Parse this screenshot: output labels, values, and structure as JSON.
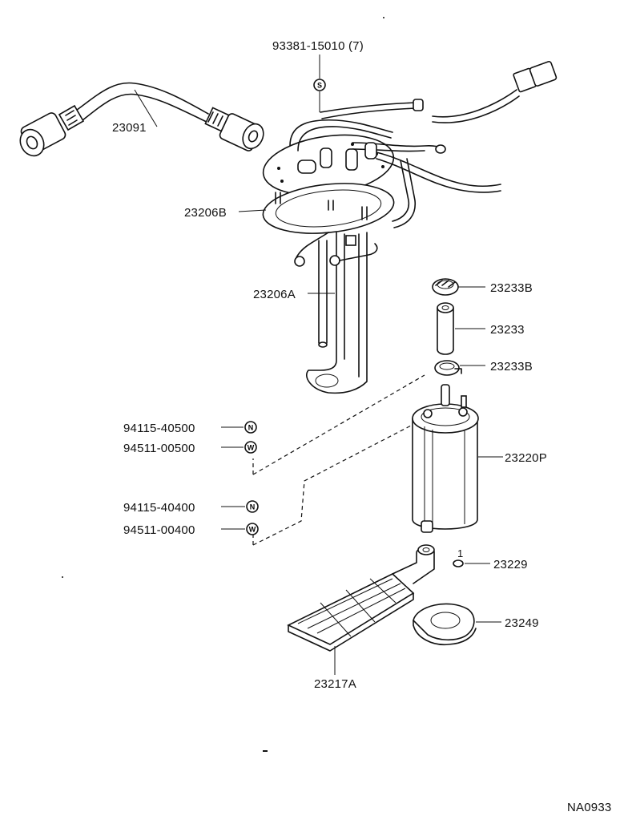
{
  "parts": {
    "p93381": "93381-15010 (7)",
    "p23091": "23091",
    "p23206B": "23206B",
    "p23206A": "23206A",
    "p23233B_top": "23233B",
    "p23233": "23233",
    "p23233B_bottom": "23233B",
    "p23220P": "23220P",
    "p94115_40500": "94115-40500",
    "p94511_00500": "94511-00500",
    "p94115_40400": "94115-40400",
    "p94511_00400": "94511-00400",
    "p23229": "23229",
    "p23229_qty": "1",
    "p23249": "23249",
    "p23217A": "23217A"
  },
  "symbols": {
    "s": "S",
    "n": "N",
    "w": "W"
  },
  "diagram_id": "NA0933"
}
